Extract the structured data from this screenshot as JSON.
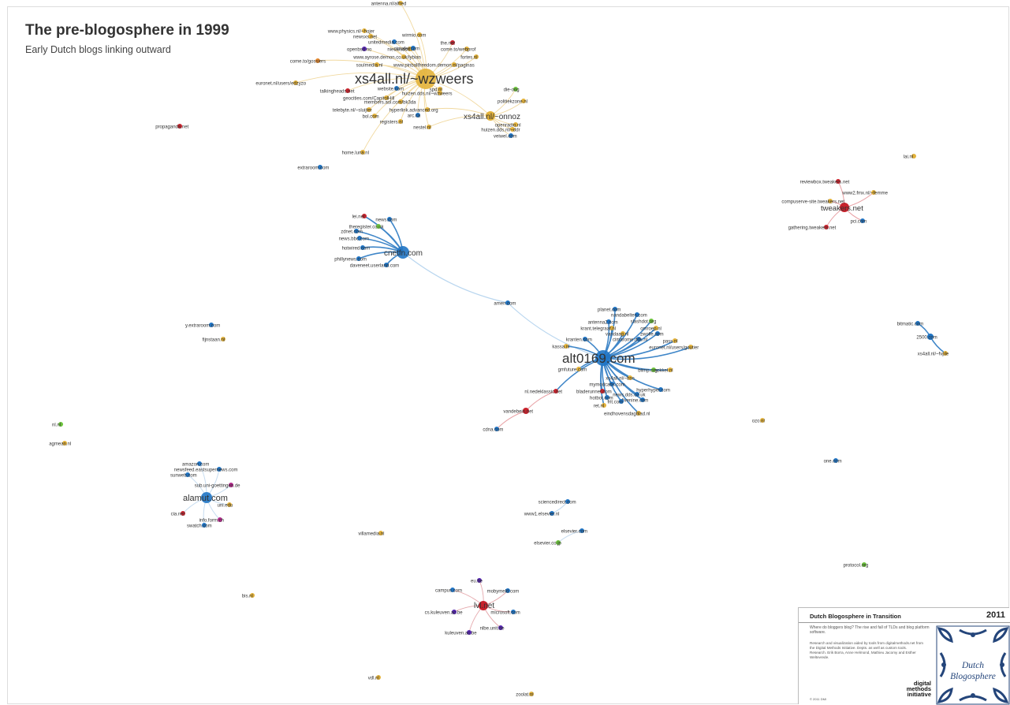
{
  "title": "The pre-blogosphere in 1999",
  "subtitle": "Early Dutch blogs linking outward",
  "colors": {
    "yellow": "#e3b23a",
    "blue": "#1f74c4",
    "red": "#c8222c",
    "green": "#6bc23b",
    "purple": "#5424b0",
    "magenta": "#b2278a",
    "orange": "#e98a2e",
    "edge": "#c6dcf0",
    "edge_dark": "#3f86c8"
  },
  "legend": {
    "title": "Dutch Blogosphere in Transition",
    "year": "2011",
    "subtitle": "Where do bloggers blog? The rise and fall of TLDs and blog platform software.",
    "body": "Research and visualization aided by tools from digitalmethods.net from the Digital Methods Initiative. Depts. as well as custom tools.",
    "research": "Research. Erik Borra, Anne Helmond, Mathieu Jacomy and Esther Weltevrede.",
    "credit": "© 2011 DMI",
    "logo": [
      "digital",
      "methods",
      "initiative"
    ],
    "tile_text": [
      "Dutch",
      "Blogosphere"
    ]
  },
  "nodes": [
    {
      "id": "xs4all_wzweers",
      "label": "xs4all.nl/~wzweers",
      "color": "yellow",
      "size": 13
    },
    {
      "id": "xs4all_onnoz",
      "label": "xs4all.nl/~onnoz",
      "color": "yellow",
      "size": 6
    },
    {
      "id": "antenna",
      "label": "antenna.nl/alfred",
      "color": "yellow",
      "size": 3
    },
    {
      "id": "physics",
      "label": "www.physics.nl/~hojer",
      "color": "yellow",
      "size": 3
    },
    {
      "id": "newsxs",
      "label": "newsxs.net",
      "color": "yellow",
      "size": 3
    },
    {
      "id": "nieuwsdorf",
      "label": "nieuwsdorf.nl",
      "color": "yellow",
      "size": 3
    },
    {
      "id": "wirmio",
      "label": "wirmio.com",
      "color": "yellow",
      "size": 3
    },
    {
      "id": "uniedm",
      "label": "unitedmedia.com",
      "color": "blue",
      "size": 3
    },
    {
      "id": "thenet",
      "label": "the.net",
      "color": "red",
      "size": 3
    },
    {
      "id": "openbsd",
      "label": "openbsd.no",
      "color": "purple",
      "size": 3
    },
    {
      "id": "cimafet",
      "label": "cimafet.com",
      "color": "blue",
      "size": 3
    },
    {
      "id": "comewebprof",
      "label": "come.to/webprof",
      "color": "yellow",
      "size": 3
    },
    {
      "id": "ayrose",
      "label": "www.ayrose.demon.co.uk/lybian",
      "color": "yellow",
      "size": 3
    },
    {
      "id": "fortes",
      "label": "fortes.nl",
      "color": "yellow",
      "size": 3
    },
    {
      "id": "soulmedia",
      "label": "soulmedia.nl",
      "color": "yellow",
      "size": 3
    },
    {
      "id": "pinball",
      "label": "www.pinballfreedom.demon.nl/paginas",
      "color": "yellow",
      "size": 3
    },
    {
      "id": "comegossiers",
      "label": "come.to/gossiers",
      "color": "orange",
      "size": 3
    },
    {
      "id": "euronet_edzyzo",
      "label": "euronet.nl/users/edzyzo",
      "color": "yellow",
      "size": 3
    },
    {
      "id": "talkingheads",
      "label": "talkingheads.net",
      "color": "red",
      "size": 3
    },
    {
      "id": "website",
      "label": "website.com",
      "color": "blue",
      "size": 3
    },
    {
      "id": "spd",
      "label": "spd.nl",
      "color": "yellow",
      "size": 3
    },
    {
      "id": "huizen_wzweers",
      "label": "huizen.dds.nl/~wzweers",
      "color": "yellow",
      "size": 3
    },
    {
      "id": "geocities",
      "label": "geocities.com/CapitolHill",
      "color": "yellow",
      "size": 3
    },
    {
      "id": "members_aol",
      "label": "members.aol.com/bk3da",
      "color": "yellow",
      "size": 3
    },
    {
      "id": "hyperlinkadvanced",
      "label": "hyperlink.advanced.org",
      "color": "yellow",
      "size": 3
    },
    {
      "id": "telebyte",
      "label": "telebyte.nl/~sluijter",
      "color": "yellow",
      "size": 3
    },
    {
      "id": "bol",
      "label": "bol.com",
      "color": "yellow",
      "size": 3
    },
    {
      "id": "arc",
      "label": "arc.ca",
      "color": "blue",
      "size": 3
    },
    {
      "id": "registers",
      "label": "registers.nl",
      "color": "yellow",
      "size": 3
    },
    {
      "id": "nestel",
      "label": "nestel.nl",
      "color": "yellow",
      "size": 3
    },
    {
      "id": "dieoog",
      "label": "die-oog",
      "color": "green",
      "size": 3
    },
    {
      "id": "politiekzone",
      "label": "politiekzone.nl",
      "color": "yellow",
      "size": 3
    },
    {
      "id": "openradio",
      "label": "openradio.nl",
      "color": "yellow",
      "size": 3
    },
    {
      "id": "huizen_ddr",
      "label": "huizen.dds.nl/~ddr",
      "color": "yellow",
      "size": 3
    },
    {
      "id": "veiwel",
      "label": "veiwel.com",
      "color": "blue",
      "size": 3
    },
    {
      "id": "homeluna",
      "label": "home.luna.nl",
      "color": "yellow",
      "size": 3
    },
    {
      "id": "extraroom",
      "label": "extraroom.com",
      "color": "blue",
      "size": 3
    },
    {
      "id": "propaganda",
      "label": "propaganda.net",
      "color": "red",
      "size": 3
    },
    {
      "id": "cnetfn",
      "label": "cnetfn.com",
      "color": "blue",
      "size": 8
    },
    {
      "id": "leinet",
      "label": "lei.net",
      "color": "red",
      "size": 3
    },
    {
      "id": "newscom",
      "label": "news.com",
      "color": "blue",
      "size": 3
    },
    {
      "id": "theregister",
      "label": "theregister.co.uk",
      "color": "green",
      "size": 3
    },
    {
      "id": "zdnet",
      "label": "zdnet.com",
      "color": "blue",
      "size": 3
    },
    {
      "id": "newsbbc",
      "label": "news.bbc.com",
      "color": "blue",
      "size": 3
    },
    {
      "id": "hotwired",
      "label": "hotwired.com",
      "color": "blue",
      "size": 3
    },
    {
      "id": "phillynews",
      "label": "phillynews.com",
      "color": "blue",
      "size": 3
    },
    {
      "id": "daveneet",
      "label": "daveneet.userland.com",
      "color": "blue",
      "size": 3
    },
    {
      "id": "amencom",
      "label": "amen.com",
      "color": "blue",
      "size": 3
    },
    {
      "id": "alt0169",
      "label": "alt0169.com",
      "color": "blue",
      "size": 10
    },
    {
      "id": "planetcom",
      "label": "planet.com",
      "color": "blue",
      "size": 3
    },
    {
      "id": "nandabeltes",
      "label": "nandabeltes.com",
      "color": "blue",
      "size": 3
    },
    {
      "id": "antenna2",
      "label": "antenna2.com",
      "color": "blue",
      "size": 3
    },
    {
      "id": "slashdot",
      "label": "slashdot.org",
      "color": "green",
      "size": 3
    },
    {
      "id": "krantenmet",
      "label": "krant.telegraaf.nl",
      "color": "yellow",
      "size": 3
    },
    {
      "id": "omroep",
      "label": "omroep.nl",
      "color": "yellow",
      "size": 3
    },
    {
      "id": "zwolle",
      "label": "zwolle.com",
      "color": "blue",
      "size": 3
    },
    {
      "id": "vandaag",
      "label": "vandaag.nl",
      "color": "yellow",
      "size": 3
    },
    {
      "id": "cimarome",
      "label": "cimarome.dds.nl",
      "color": "blue",
      "size": 3
    },
    {
      "id": "pass",
      "label": "pass.nl",
      "color": "yellow",
      "size": 3
    },
    {
      "id": "kranten",
      "label": "kranten.com",
      "color": "blue",
      "size": 3
    },
    {
      "id": "euronet_gloutier",
      "label": "euronet.nl/users/goutier",
      "color": "yellow",
      "size": 3
    },
    {
      "id": "kassaxt",
      "label": "kassa.nl",
      "color": "yellow",
      "size": 3
    },
    {
      "id": "gmfuture",
      "label": "gmfuture.com",
      "color": "yellow",
      "size": 3
    },
    {
      "id": "blimp",
      "label": "blimp.org",
      "color": "green",
      "size": 3
    },
    {
      "id": "sokkel",
      "label": "sokkel.nl",
      "color": "yellow",
      "size": 3
    },
    {
      "id": "xs4all_bsn",
      "label": "xs4all.nl/~bsn",
      "color": "yellow",
      "size": 3
    },
    {
      "id": "mymodcabs",
      "label": "mymodcabs.com",
      "color": "blue",
      "size": 3
    },
    {
      "id": "hyperhyper",
      "label": "hyperhyper.com",
      "color": "blue",
      "size": 3
    },
    {
      "id": "bladerunner",
      "label": "bladerunner.com",
      "color": "red",
      "size": 3
    },
    {
      "id": "newsdenne",
      "label": "news.dds.co.uk",
      "color": "blue",
      "size": 3
    },
    {
      "id": "fiveninecom",
      "label": "fivenine.com",
      "color": "blue",
      "size": 3
    },
    {
      "id": "hotbot",
      "label": "hotbot.com",
      "color": "blue",
      "size": 3
    },
    {
      "id": "fritcom",
      "label": "frit.com",
      "color": "blue",
      "size": 3
    },
    {
      "id": "retnl",
      "label": "ret.nl",
      "color": "yellow",
      "size": 3
    },
    {
      "id": "eindhoven",
      "label": "eindhovensdagblad.nl",
      "color": "yellow",
      "size": 3
    },
    {
      "id": "nlnedeklassic",
      "label": "nl.nedeklassic.net",
      "color": "red",
      "size": 3
    },
    {
      "id": "vandebein",
      "label": "vandebein.net",
      "color": "red",
      "size": 4
    },
    {
      "id": "cdnacom",
      "label": "cdna.com",
      "color": "blue",
      "size": 3
    },
    {
      "id": "tweakers",
      "label": "tweakers.net",
      "color": "red",
      "size": 6
    },
    {
      "id": "reviewbox",
      "label": "reviewbox.tweakers.net",
      "color": "red",
      "size": 3
    },
    {
      "id": "www2fmx",
      "label": "www2.fmx.nl/~femme",
      "color": "yellow",
      "size": 3
    },
    {
      "id": "compuserve",
      "label": "compuserve-site.tweakers.net",
      "color": "yellow",
      "size": 3
    },
    {
      "id": "gathering",
      "label": "gathering.tweakers.net",
      "color": "red",
      "size": 3
    },
    {
      "id": "pcicom",
      "label": "pci.com",
      "color": "blue",
      "size": 3
    },
    {
      "id": "lainl",
      "label": "lai.nl",
      "color": "yellow",
      "size": 3
    },
    {
      "id": "bitmaticcom",
      "label": "bitmatic.com",
      "color": "blue",
      "size": 3
    },
    {
      "id": "2500com",
      "label": "2500.com",
      "color": "blue",
      "size": 4
    },
    {
      "id": "xs4all_fvple",
      "label": "xs4all.nl/~fvple",
      "color": "yellow",
      "size": 3
    },
    {
      "id": "extraroomY",
      "label": "y.extraroom.com",
      "color": "blue",
      "size": 3
    },
    {
      "id": "fijnstaan",
      "label": "fijnstaan.nl",
      "color": "yellow",
      "size": 3
    },
    {
      "id": "alamut",
      "label": "alamut.com",
      "color": "blue",
      "size": 7
    },
    {
      "id": "amazon",
      "label": "amazon.com",
      "color": "blue",
      "size": 3
    },
    {
      "id": "newsfeed",
      "label": "newsfeed.eastsupernews.com",
      "color": "blue",
      "size": 3
    },
    {
      "id": "sunweb",
      "label": "sunweb.com",
      "color": "blue",
      "size": 3
    },
    {
      "id": "subuni",
      "label": "sub.uni-goettingen.de",
      "color": "magenta",
      "size": 3
    },
    {
      "id": "unimbu",
      "label": "uni.edu",
      "color": "yellow",
      "size": 3
    },
    {
      "id": "infoform",
      "label": "info.form.ch",
      "color": "magenta",
      "size": 3
    },
    {
      "id": "cianet",
      "label": "cia.net",
      "color": "red",
      "size": 3
    },
    {
      "id": "swatch",
      "label": "swatch.com",
      "color": "blue",
      "size": 3
    },
    {
      "id": "ninlo",
      "label": "nl.nl",
      "color": "green",
      "size": 3
    },
    {
      "id": "agmean",
      "label": "agmean.nl",
      "color": "yellow",
      "size": 3
    },
    {
      "id": "villamedia",
      "label": "villamedia.nl",
      "color": "yellow",
      "size": 3
    },
    {
      "id": "sciencedirect",
      "label": "sciencedirect.com",
      "color": "blue",
      "size": 3
    },
    {
      "id": "elsevier",
      "label": "www1.elsevier.nl",
      "color": "blue",
      "size": 3
    },
    {
      "id": "elsevierCom",
      "label": "elsevier.com",
      "color": "blue",
      "size": 3
    },
    {
      "id": "elsevierJp",
      "label": "elsevier.co.jp",
      "color": "green",
      "size": 3
    },
    {
      "id": "ozonl",
      "label": "ozo.nl",
      "color": "yellow",
      "size": 3
    },
    {
      "id": "onecom",
      "label": "one.com",
      "color": "blue",
      "size": 3
    },
    {
      "id": "protocol",
      "label": "protocol.org",
      "color": "green",
      "size": 3
    },
    {
      "id": "lvlnet",
      "label": "lvl.net",
      "color": "red",
      "size": 6
    },
    {
      "id": "eudoe",
      "label": "eu.be",
      "color": "purple",
      "size": 3
    },
    {
      "id": "campus",
      "label": "campus.com",
      "color": "blue",
      "size": 3
    },
    {
      "id": "mobymeld",
      "label": "mobymeld.com",
      "color": "blue",
      "size": 3
    },
    {
      "id": "cskuleuven",
      "label": "cs.kuleuven.ac.be",
      "color": "purple",
      "size": 3
    },
    {
      "id": "microsoft",
      "label": "microsoft.com",
      "color": "blue",
      "size": 3
    },
    {
      "id": "nlbeunthe",
      "label": "nlbe.unit.be",
      "color": "purple",
      "size": 3
    },
    {
      "id": "kuleuven",
      "label": "kuleuven.ac.be",
      "color": "purple",
      "size": 3
    },
    {
      "id": "bisnl",
      "label": "bis.nl",
      "color": "yellow",
      "size": 3
    },
    {
      "id": "vdlnl",
      "label": "vdl.nl",
      "color": "yellow",
      "size": 3
    },
    {
      "id": "zoolatnl",
      "label": "zoolat.nl",
      "color": "yellow",
      "size": 3
    }
  ],
  "edges": [
    [
      "cnetfn",
      "amencom"
    ],
    [
      "amencom",
      "alt0169"
    ],
    [
      "cnetfn",
      "leinet"
    ],
    [
      "cnetfn",
      "newscom"
    ],
    [
      "cnetfn",
      "theregister"
    ],
    [
      "cnetfn",
      "zdnet"
    ],
    [
      "cnetfn",
      "newsbbc"
    ],
    [
      "cnetfn",
      "hotwired"
    ],
    [
      "cnetfn",
      "phillynews"
    ],
    [
      "cnetfn",
      "daveneet"
    ],
    [
      "alt0169",
      "planetcom"
    ],
    [
      "alt0169",
      "nandabeltes"
    ],
    [
      "alt0169",
      "antenna2"
    ],
    [
      "alt0169",
      "slashdot"
    ],
    [
      "alt0169",
      "krantenmet"
    ],
    [
      "alt0169",
      "omroep"
    ],
    [
      "alt0169",
      "zwolle"
    ],
    [
      "alt0169",
      "vandaag"
    ],
    [
      "alt0169",
      "cimarome"
    ],
    [
      "alt0169",
      "pass"
    ],
    [
      "alt0169",
      "kranten"
    ],
    [
      "alt0169",
      "euronet_gloutier"
    ],
    [
      "alt0169",
      "kassaxt"
    ],
    [
      "alt0169",
      "gmfuture"
    ],
    [
      "alt0169",
      "blimp"
    ],
    [
      "alt0169",
      "sokkel"
    ],
    [
      "alt0169",
      "xs4all_bsn"
    ],
    [
      "alt0169",
      "mymodcabs"
    ],
    [
      "alt0169",
      "hyperhyper"
    ],
    [
      "alt0169",
      "bladerunner"
    ],
    [
      "alt0169",
      "newsdenne"
    ],
    [
      "alt0169",
      "fiveninecom"
    ],
    [
      "alt0169",
      "hotbot"
    ],
    [
      "alt0169",
      "fritcom"
    ],
    [
      "alt0169",
      "retnl"
    ],
    [
      "alt0169",
      "eindhoven"
    ],
    [
      "alt0169",
      "nlnedeklassic"
    ],
    [
      "nlnedeklassic",
      "vandebein"
    ],
    [
      "vandebein",
      "cdnacom"
    ],
    [
      "tweakers",
      "reviewbox"
    ],
    [
      "tweakers",
      "www2fmx"
    ],
    [
      "tweakers",
      "compuserve"
    ],
    [
      "tweakers",
      "gathering"
    ],
    [
      "tweakers",
      "pcicom"
    ],
    [
      "2500com",
      "bitmaticcom"
    ],
    [
      "2500com",
      "xs4all_fvple"
    ],
    [
      "alamut",
      "amazon"
    ],
    [
      "alamut",
      "newsfeed"
    ],
    [
      "alamut",
      "sunweb"
    ],
    [
      "alamut",
      "subuni"
    ],
    [
      "alamut",
      "unimbu"
    ],
    [
      "alamut",
      "infoform"
    ],
    [
      "alamut",
      "cianet"
    ],
    [
      "alamut",
      "swatch"
    ],
    [
      "lvlnet",
      "eudoe"
    ],
    [
      "lvlnet",
      "campus"
    ],
    [
      "lvlnet",
      "mobymeld"
    ],
    [
      "lvlnet",
      "cskuleuven"
    ],
    [
      "lvlnet",
      "microsoft"
    ],
    [
      "lvlnet",
      "nlbeunthe"
    ],
    [
      "lvlnet",
      "kuleuven"
    ],
    [
      "elsevier",
      "sciencedirect"
    ],
    [
      "elsevierCom",
      "elsevierJp"
    ],
    [
      "xs4all_wzweers",
      "antenna"
    ],
    [
      "xs4all_wzweers",
      "physics"
    ],
    [
      "xs4all_wzweers",
      "newsxs"
    ],
    [
      "xs4all_wzweers",
      "nieuwsdorf"
    ],
    [
      "xs4all_wzweers",
      "wirmio"
    ],
    [
      "xs4all_wzweers",
      "uniedm"
    ],
    [
      "xs4all_wzweers",
      "thenet"
    ],
    [
      "xs4all_wzweers",
      "openbsd"
    ],
    [
      "xs4all_wzweers",
      "cimafet"
    ],
    [
      "xs4all_wzweers",
      "comewebprof"
    ],
    [
      "xs4all_wzweers",
      "ayrose"
    ],
    [
      "xs4all_wzweers",
      "fortes"
    ],
    [
      "xs4all_wzweers",
      "soulmedia"
    ],
    [
      "xs4all_wzweers",
      "pinball"
    ],
    [
      "xs4all_wzweers",
      "comegossiers"
    ],
    [
      "xs4all_wzweers",
      "euronet_edzyzo"
    ],
    [
      "xs4all_wzweers",
      "talkingheads"
    ],
    [
      "xs4all_wzweers",
      "website"
    ],
    [
      "xs4all_wzweers",
      "spd"
    ],
    [
      "xs4all_wzweers",
      "huizen_wzweers"
    ],
    [
      "xs4all_wzweers",
      "geocities"
    ],
    [
      "xs4all_wzweers",
      "members_aol"
    ],
    [
      "xs4all_wzweers",
      "hyperlinkadvanced"
    ],
    [
      "xs4all_wzweers",
      "telebyte"
    ],
    [
      "xs4all_wzweers",
      "bol"
    ],
    [
      "xs4all_wzweers",
      "arc"
    ],
    [
      "xs4all_wzweers",
      "registers"
    ],
    [
      "xs4all_wzweers",
      "nestel"
    ],
    [
      "xs4all_wzweers",
      "homeluna"
    ],
    [
      "xs4all_onnoz",
      "dieoog"
    ],
    [
      "xs4all_onnoz",
      "politiekzone"
    ],
    [
      "xs4all_onnoz",
      "openradio"
    ],
    [
      "xs4all_onnoz",
      "huizen_ddr"
    ],
    [
      "xs4all_onnoz",
      "veiwel"
    ],
    [
      "xs4all_onnoz",
      "hyperlinkadvanced"
    ],
    [
      "xs4all_onnoz",
      "nestel"
    ],
    [
      "xs4all_onnoz",
      "xs4all_wzweers"
    ]
  ]
}
